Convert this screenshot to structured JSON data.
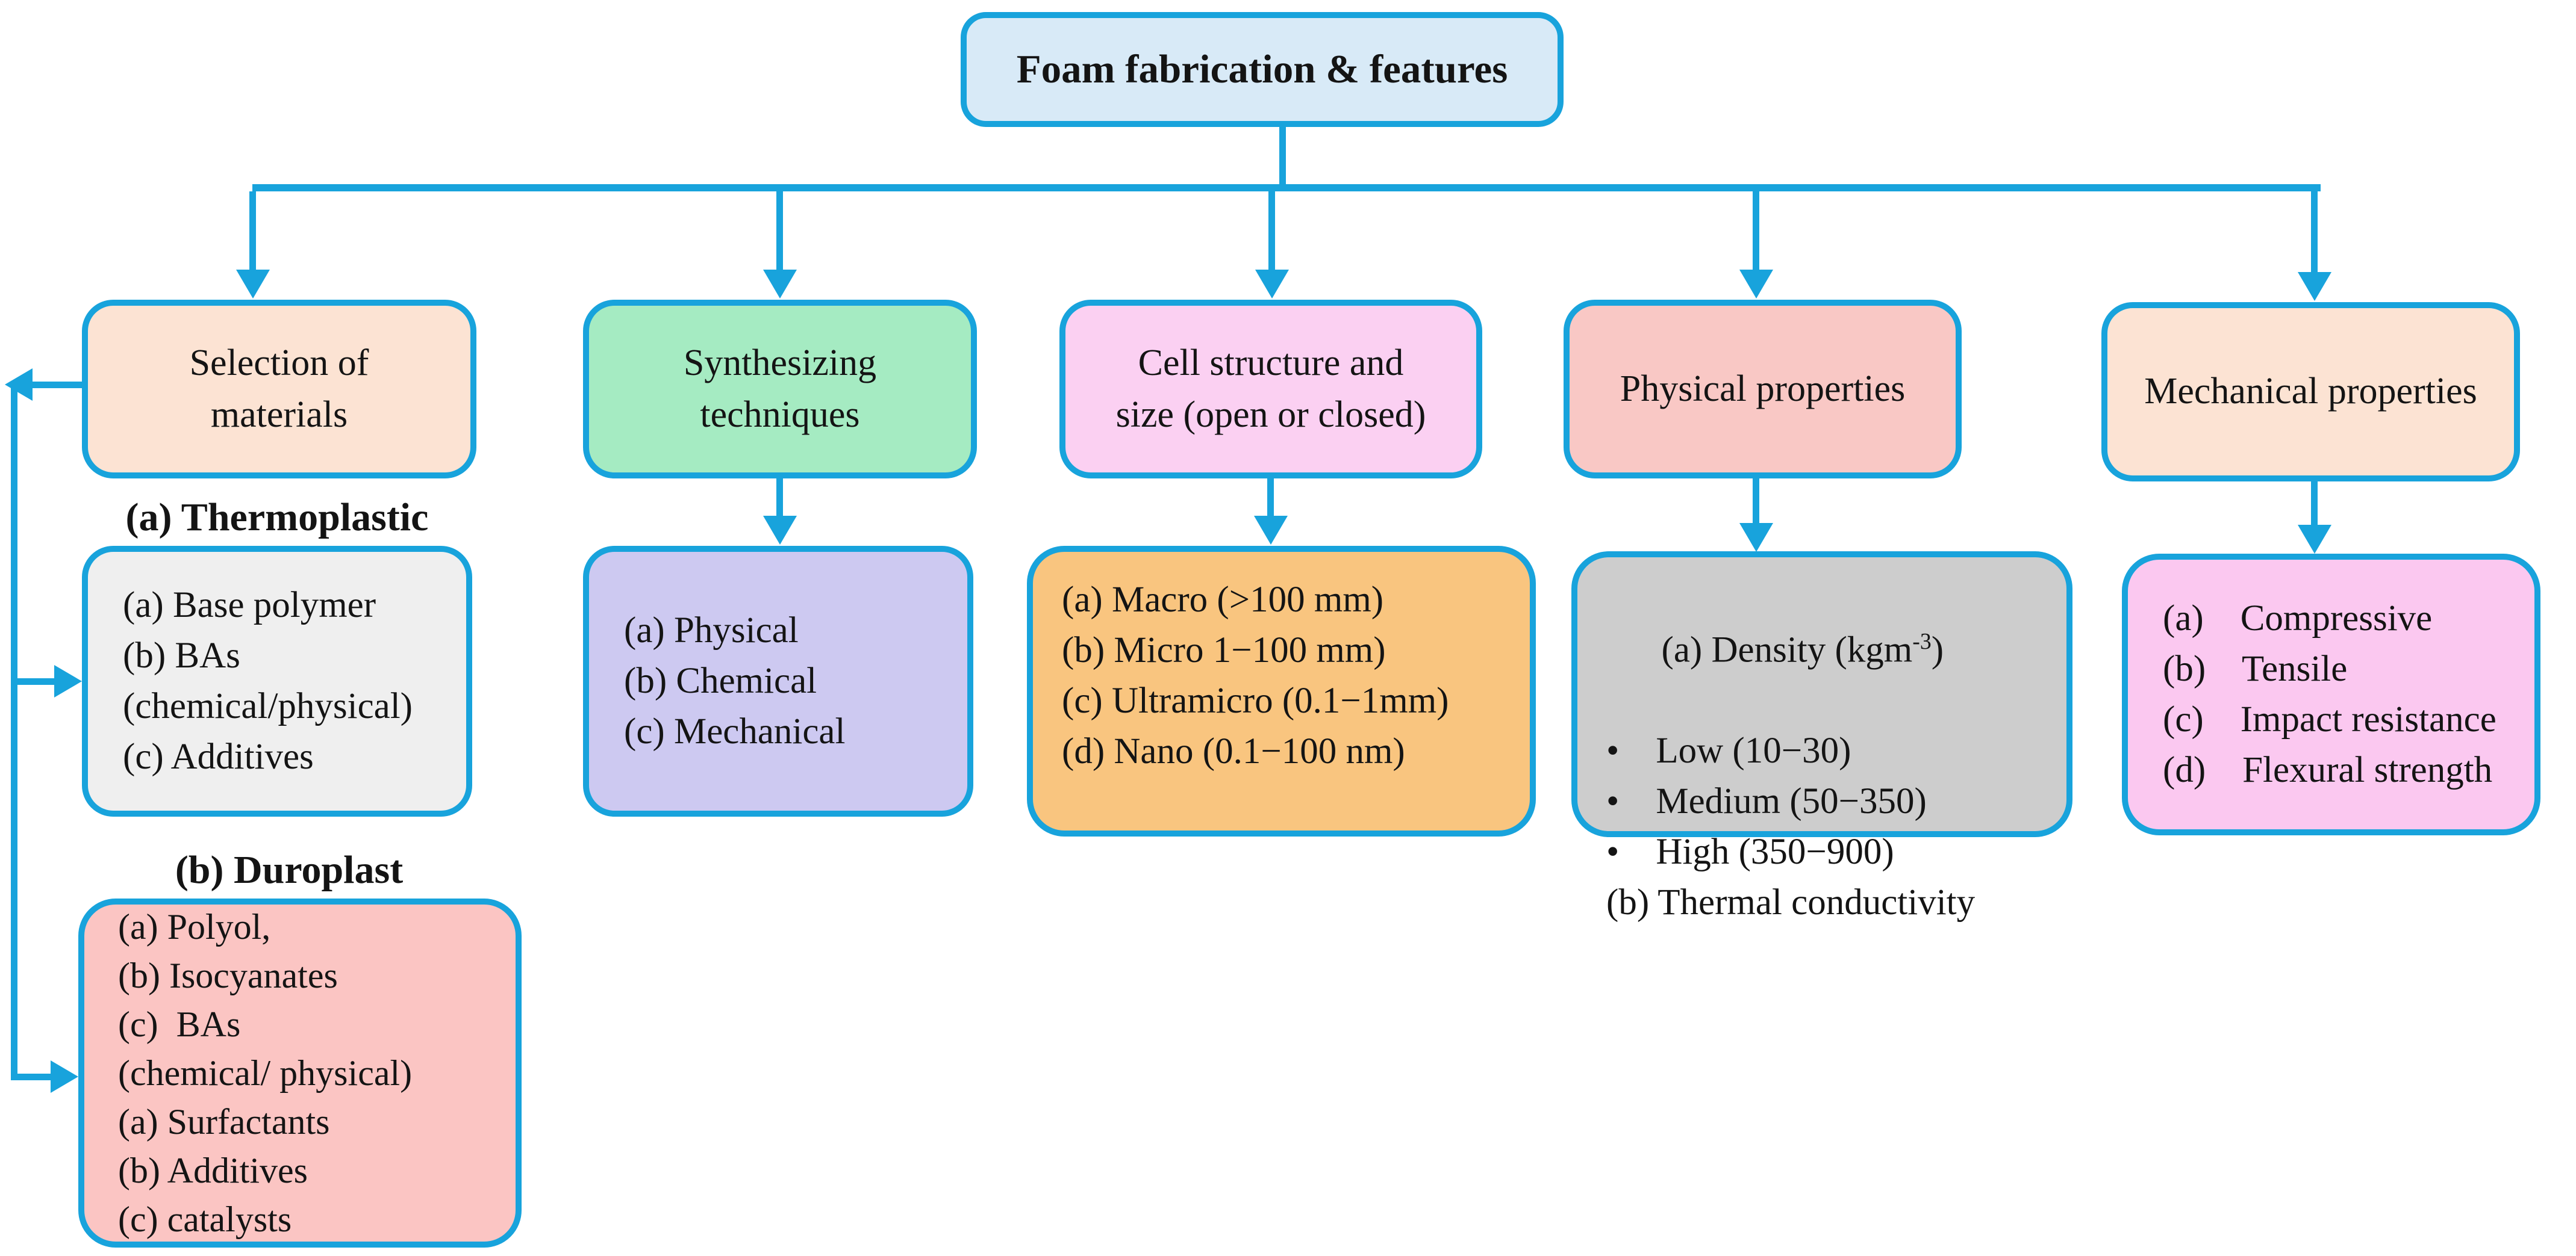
{
  "title": "Foam fabrication & features",
  "colors": {
    "accent_border_arrow": "#18a3dc",
    "title_bg": "#d8eaf7",
    "peach_bg": "#fce3d3",
    "green_bg": "#a5ebc2",
    "cell_pink_bg": "#fbd0f2",
    "salmon_bg": "#f9c8c5",
    "lavender_bg": "#cdc9f1",
    "orange_bg": "#f9c57f",
    "gray_light_bg": "#efefef",
    "gray_mid_bg": "#cdcdcd",
    "rose_bg": "#fbc5c3",
    "pink_bright_bg": "#fbc8f0",
    "text": "#141414"
  },
  "col1": {
    "header": "Selection of\nmaterials",
    "thermo_label": "(a) Thermoplastic",
    "thermo_lines": [
      "(a) Base polymer",
      "(b) BAs",
      "(chemical/physical)",
      "(c) Additives"
    ],
    "duro_label": "(b) Duroplast",
    "duro_lines": [
      "(a) Polyol,",
      "(b) Isocyanates",
      "(c)  BAs",
      "(chemical/ physical)",
      "(a) Surfactants",
      "(b) Additives",
      "(c) catalysts"
    ]
  },
  "col2": {
    "header": "Synthesizing\ntechniques",
    "lines": [
      "(a) Physical",
      "(b) Chemical",
      "(c) Mechanical"
    ]
  },
  "col3": {
    "header": "Cell structure and\nsize (open or closed)",
    "lines": [
      "(a) Macro (>100 mm)",
      "(b) Micro 1−100 mm)",
      "(c) Ultramicro (0.1−1mm)",
      "(d) Nano (0.1−100 nm)"
    ]
  },
  "col4": {
    "header": "Physical properties",
    "density_pre": "(a) Density (kgm",
    "density_sup": "-3",
    "density_post": ")",
    "lines": [
      "•    Low (10−30)",
      "•    Medium (50−350)",
      "•    High (350−900)",
      "(b) Thermal conductivity"
    ]
  },
  "col5": {
    "header": "Mechanical properties",
    "lines": [
      "(a)    Compressive",
      "(b)    Tensile",
      "(c)    Impact resistance",
      "(d)    Flexural strength"
    ]
  }
}
